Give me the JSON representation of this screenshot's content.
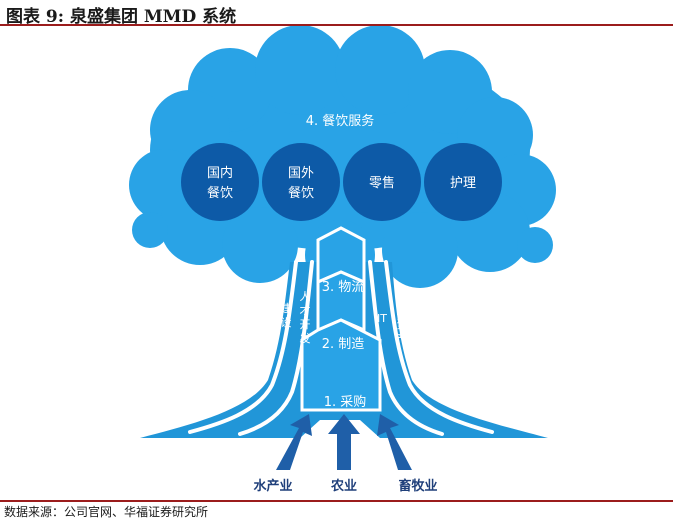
{
  "header": {
    "title": "图表 9:  泉盛集团 MMD 系统"
  },
  "crown": {
    "label": "4. 餐饮服务",
    "circles": [
      {
        "line1": "国内",
        "line2": "餐饮"
      },
      {
        "line1": "国外",
        "line2": "餐饮"
      },
      {
        "line1": "零售",
        "line2": ""
      },
      {
        "line1": "护理",
        "line2": ""
      }
    ]
  },
  "trunk": {
    "stages": [
      "3. 物流",
      "2. 制造",
      "1. 采购"
    ],
    "left_outer": [
      "建",
      "设"
    ],
    "left_inner": [
      "人",
      "才",
      "开",
      "发"
    ],
    "right_it": "IT",
    "right_outer": [
      "固",
      "定",
      "资",
      "产"
    ]
  },
  "inputs": [
    "水产业",
    "农业",
    "畜牧业"
  ],
  "footer": {
    "source": "数据来源：公司官网、华福证券研究所"
  },
  "colors": {
    "crown": "#29a3e6",
    "circle": "#0d5aa7",
    "trunk": "#2196d8",
    "arrow": "#1f5fa8",
    "rule": "#9b1c1c"
  }
}
